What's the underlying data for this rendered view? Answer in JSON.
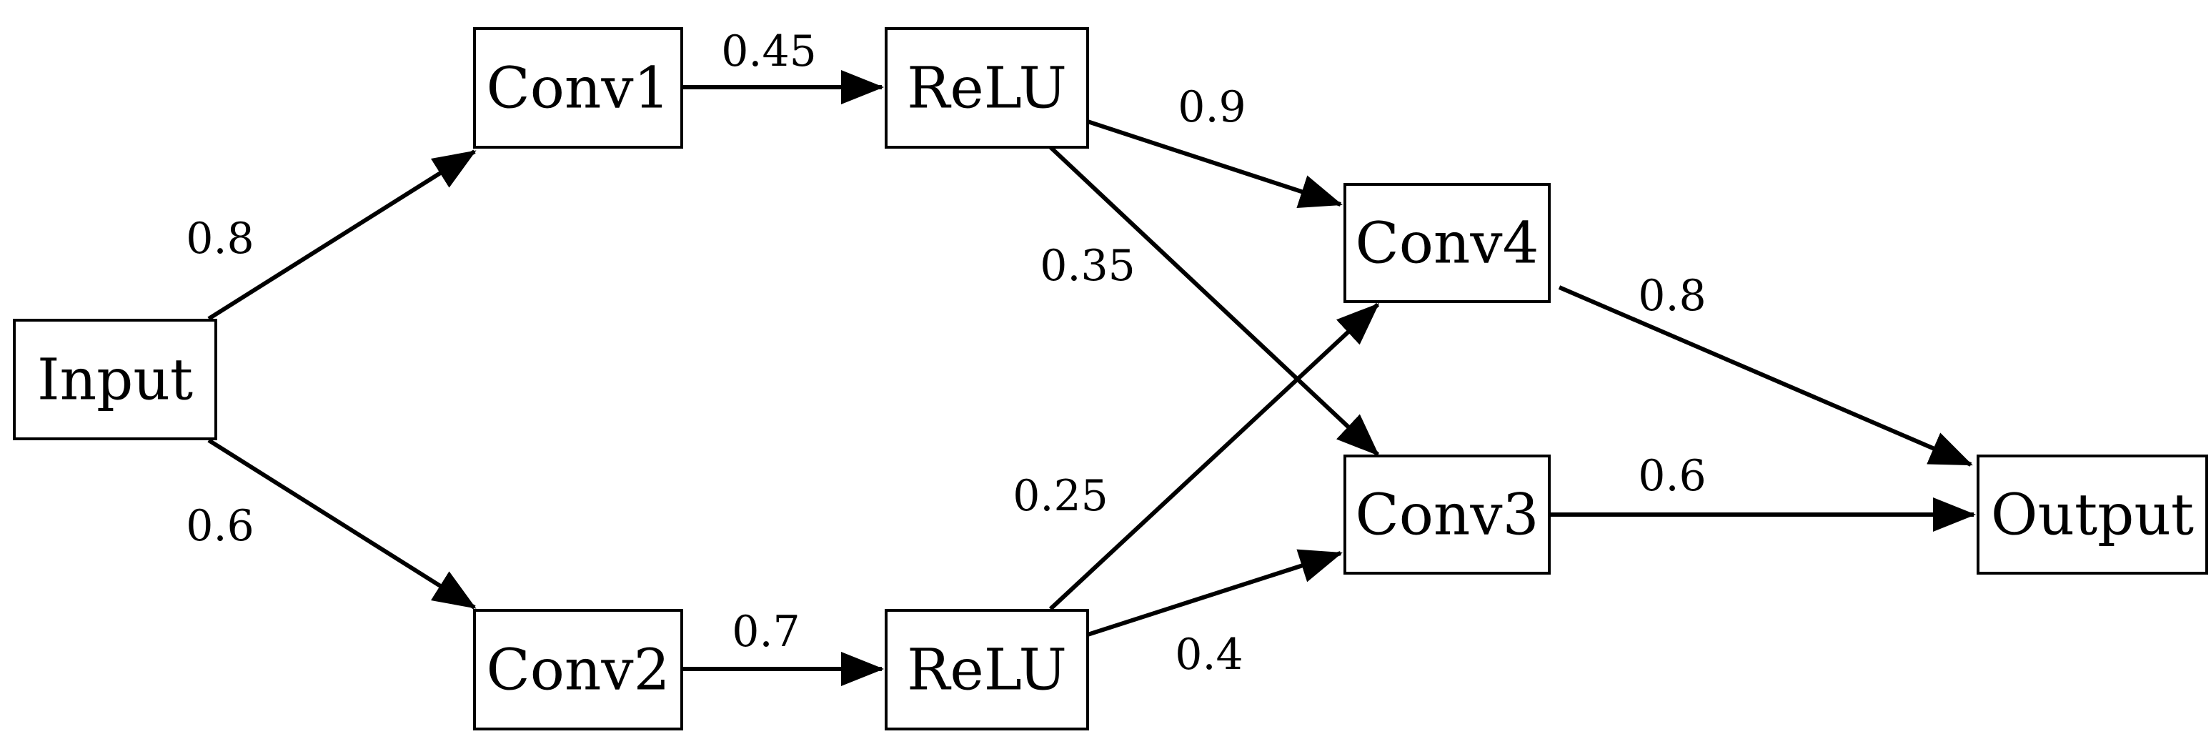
{
  "diagram": {
    "nodes": {
      "input": "Input",
      "conv1": "Conv1",
      "relu_top": "ReLU",
      "conv2": "Conv2",
      "relu_bottom": "ReLU",
      "conv4": "Conv4",
      "conv3": "Conv3",
      "output": "Output"
    },
    "edges": [
      {
        "from": "input",
        "to": "conv1",
        "weight": "0.8"
      },
      {
        "from": "input",
        "to": "conv2",
        "weight": "0.6"
      },
      {
        "from": "conv1",
        "to": "relu_top",
        "weight": "0.45"
      },
      {
        "from": "conv2",
        "to": "relu_bottom",
        "weight": "0.7"
      },
      {
        "from": "relu_top",
        "to": "conv4",
        "weight": "0.9"
      },
      {
        "from": "relu_top",
        "to": "conv3",
        "weight": "0.35"
      },
      {
        "from": "relu_bottom",
        "to": "conv4",
        "weight": "0.25"
      },
      {
        "from": "relu_bottom",
        "to": "conv3",
        "weight": "0.4"
      },
      {
        "from": "conv4",
        "to": "output",
        "weight": "0.8"
      },
      {
        "from": "conv3",
        "to": "output",
        "weight": "0.6"
      }
    ]
  }
}
